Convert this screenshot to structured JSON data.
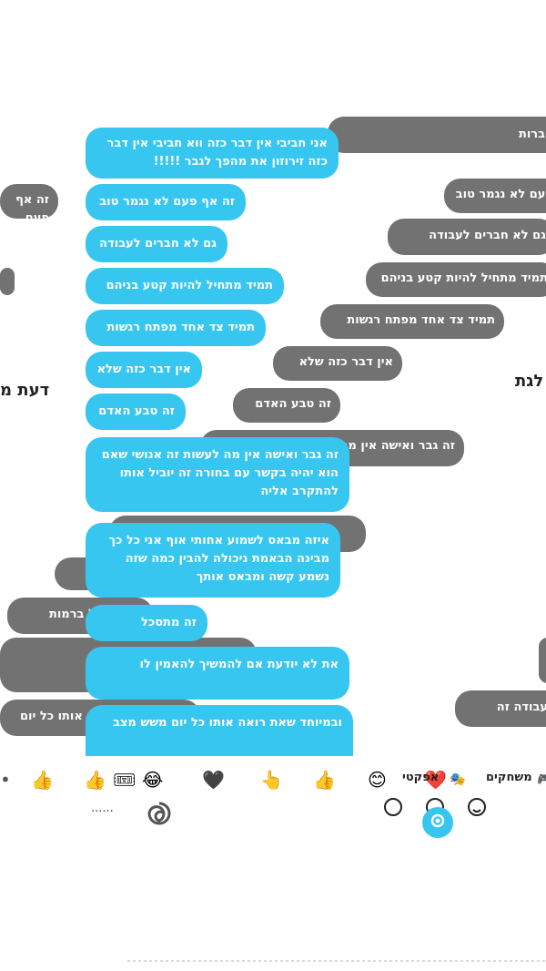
{
  "bubbles": {
    "b0": "אני חביבי אין דבר כזה ווא חביבי אין דבר כזה זירוזון את מהפך לגבר !!!!!",
    "b1": "זה אף פעם לא נגמר טוב",
    "b2": "גם לא חברים לעבודה",
    "b3": "תמיד מתחיל להיות קטע בניהם",
    "b4": "תמיד צד אחד מפתח רגשות",
    "b5": "אין דבר כזה שלא",
    "b6": "זה טבע האדם",
    "b7": "זה גבר ואישה אין מה לעשות זה אנושי שאם הוא יהיה בקשר עם בחורה זה יוביל אותו להתקרב אליה",
    "b8": "איזה מבאס לשמוע אחותי אוף אני כל כך מבינה הבאמת ניכולה להבין כמה שזה נשמע קשה ומבאס אותך",
    "b9": "זה מתסכל",
    "b10": "את לא יודעת אם להמשיך להאמין לו",
    "b11": "ובמיוחד שאת רואה אותו כל יום משש מצב"
  },
  "ghost": {
    "g0": "חברות",
    "g1": "פעם לא נגמר טוב",
    "g2": "גם לא חברים לעבודה",
    "g3": "תמיד מתחיל להיות קטע בניהם",
    "g4": "תמיד צד אחד מפתח רגשות",
    "g5": "אין דבר כזה שלא",
    "g6": "זה טבע האדם",
    "g7": "זה גבר ואישה אין מה לעשות זה אנושי",
    "g8": "זה אף פעם",
    "g9": "זה מתסכל ברמות",
    "g10": "בעבודה זה",
    "g11": "ובמיוחד שאת רואה אותו כל יום",
    "left_fragment": "דעת מ",
    "right_fragment": "לגת"
  },
  "toolbar": {
    "games_label": "משחקים",
    "effects_label": "אפקטי"
  },
  "composer": {
    "typing_text": "......"
  },
  "icons": [
    "thumbs-up-icon",
    "smiley-icon",
    "heart-icon",
    "pointing-hand-icon",
    "camera-icon",
    "sticker-icon",
    "laughing-face-icon"
  ],
  "colors": {
    "sent_bubble": "#36c6f0",
    "received_bubble": "#727272"
  }
}
